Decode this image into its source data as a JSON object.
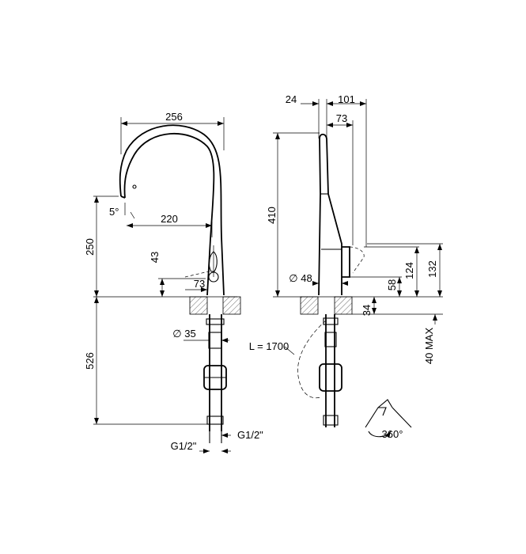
{
  "front_view": {
    "width_spout": "256",
    "reach_outlet": "220",
    "tilt_angle": "5°",
    "height_outlet": "250",
    "height_lever": "43",
    "lever_offset": "73",
    "body_diameter": "∅ 35",
    "below_deck": "526",
    "connection_left": "G1/2\"",
    "connection_right": "G1/2\""
  },
  "side_view": {
    "offset_back": "24",
    "overall_depth": "101",
    "lever_depth": "73",
    "total_height": "410",
    "base_diameter": "∅ 48",
    "lever_height_low": "58",
    "lever_height_mid": "124",
    "lever_height_top": "132",
    "deck_thickness": "34",
    "deck_max": "40 MAX",
    "hose_length": "L = 1700",
    "rotation": "360°"
  }
}
